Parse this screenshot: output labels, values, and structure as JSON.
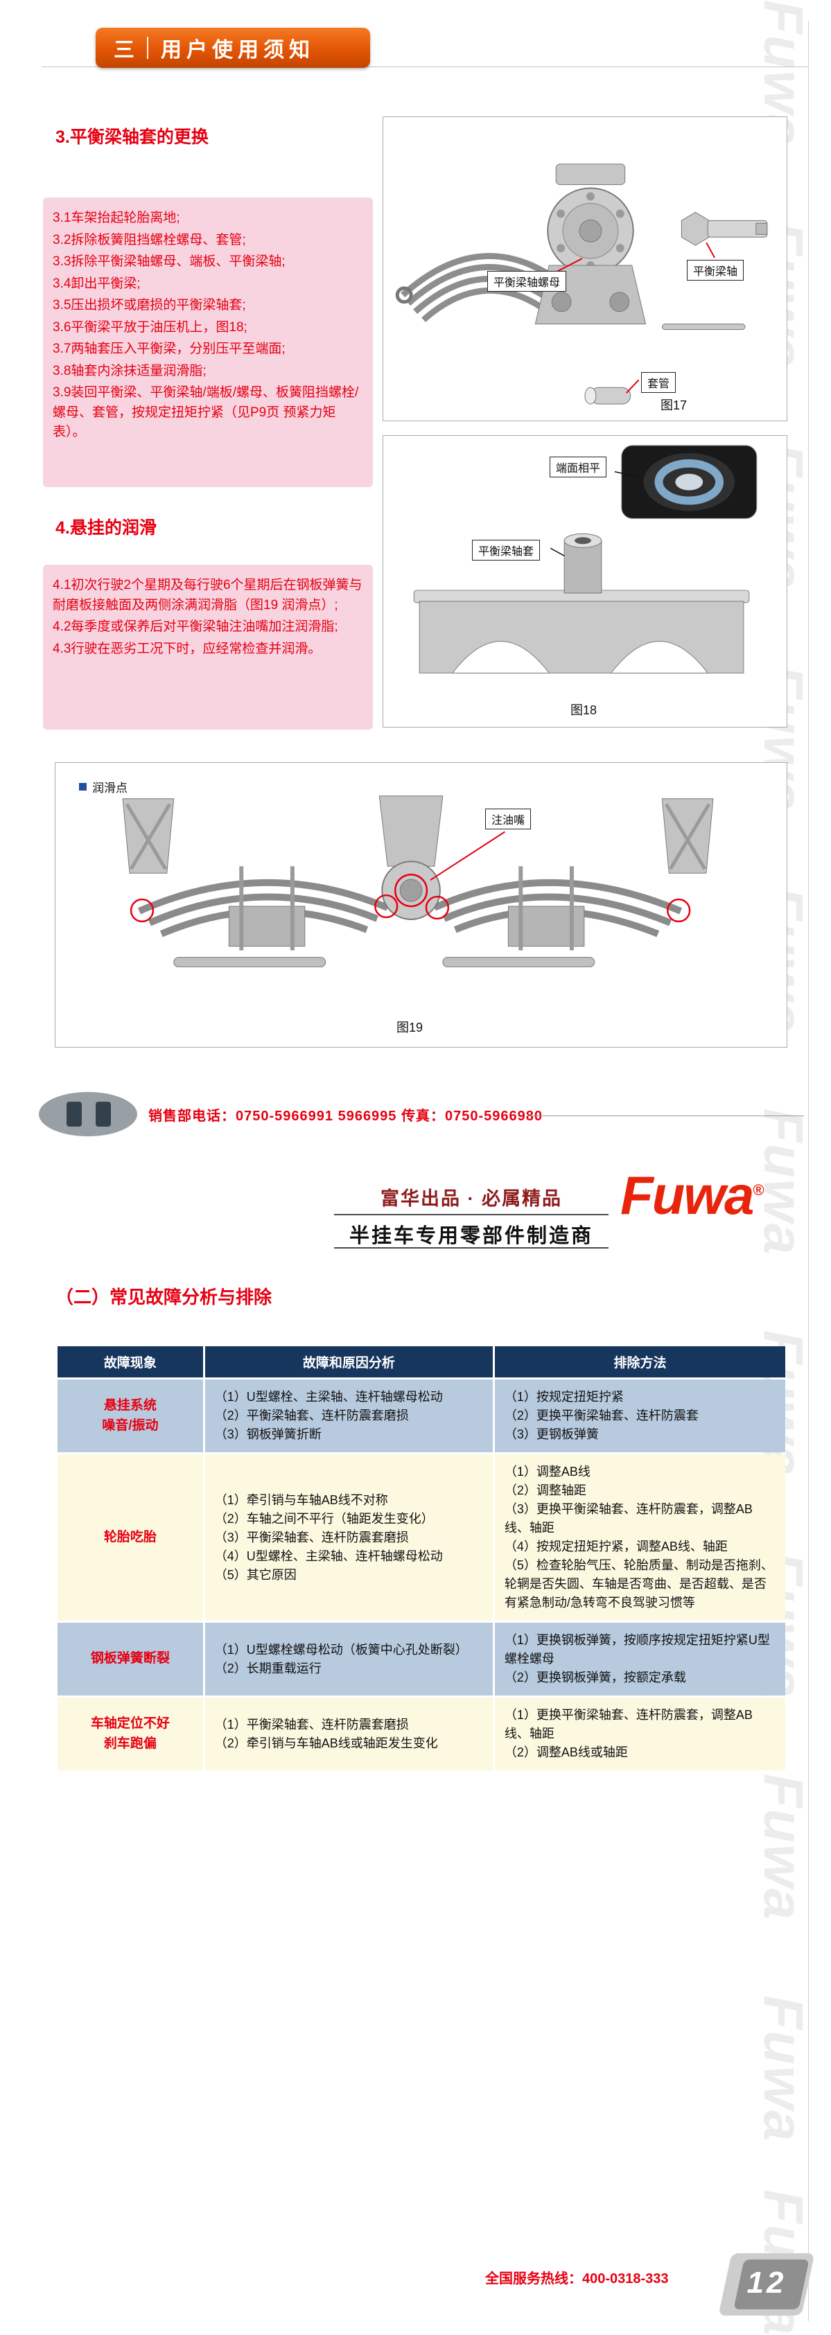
{
  "header": {
    "section_no": "三",
    "title": "用户使用须知"
  },
  "watermark": "Fuwa",
  "sections": {
    "s3": {
      "title": "3.平衡梁轴套的更换",
      "steps": [
        "3.1车架抬起轮胎离地;",
        "3.2拆除板簧阻挡螺栓螺母、套管;",
        "3.3拆除平衡梁轴螺母、端板、平衡梁轴;",
        "3.4卸出平衡梁;",
        "3.5压出损坏或磨损的平衡梁轴套;",
        "3.6平衡梁平放于油压机上，图18;",
        "3.7两轴套压入平衡梁，分别压平至端面;",
        "3.8轴套内涂抹适量润滑脂;",
        "3.9装回平衡梁、平衡梁轴/端板/螺母、板簧阻挡螺栓/螺母、套管，按规定扭矩拧紧（见P9页 预紧力矩表）。"
      ]
    },
    "s4": {
      "title": "4.悬挂的润滑",
      "steps": [
        "4.1初次行驶2个星期及每行驶6个星期后在钢板弹簧与耐磨板接触面及两侧涂满润滑脂（图19 润滑点）;",
        "4.2每季度或保养后对平衡梁轴注油嘴加注润滑脂;",
        "4.3行驶在恶劣工况下时，应经常检查并润滑。"
      ]
    }
  },
  "figures": {
    "fig17": {
      "caption": "图17",
      "label_nut": "平衡梁轴螺母",
      "label_axle": "平衡梁轴",
      "label_sleeve": "套管"
    },
    "fig18": {
      "caption": "图18",
      "label_flush": "端面相平",
      "label_bushing": "平衡梁轴套"
    },
    "fig19": {
      "caption": "图19",
      "label_grease_nipple": "注油嘴",
      "legend": "润滑点"
    }
  },
  "contact": {
    "sales_line": "销售部电话：0750-5966991    5966995  传真：0750-5966980"
  },
  "brand": {
    "slogan_top": "富华出品 · 必属精品",
    "slogan_bottom": "半挂车专用零部件制造商",
    "logo": "Fuwa",
    "registered": "®"
  },
  "faults": {
    "title": "（二）常见故障分析与排除",
    "headers": [
      "故障现象",
      "故障和原因分析",
      "排除方法"
    ],
    "rows": [
      {
        "phenomenon": "悬挂系统\n噪音/振动",
        "analysis": "（1）U型螺栓、主梁轴、连杆轴螺母松动\n（2）平衡梁轴套、连杆防震套磨损\n（3）钢板弹簧折断",
        "remedy": "（1）按规定扭矩拧紧\n（2）更换平衡梁轴套、连杆防震套\n（3）更钢板弹簧"
      },
      {
        "phenomenon": "轮胎吃胎",
        "analysis": "（1）牵引销与车轴AB线不对称\n（2）车轴之间不平行（轴距发生变化）\n（3）平衡梁轴套、连杆防震套磨损\n（4）U型螺栓、主梁轴、连杆轴螺母松动\n（5）其它原因",
        "remedy": "（1）调整AB线\n（2）调整轴距\n（3）更换平衡梁轴套、连杆防震套，调整AB线、轴距\n（4）按规定扭矩拧紧，调整AB线、轴距\n（5）检查轮胎气压、轮胎质量、制动是否拖刹、轮辋是否失圆、车轴是否弯曲、是否超载、是否有紧急制动/急转弯不良驾驶习惯等"
      },
      {
        "phenomenon": "钢板弹簧断裂",
        "analysis": "（1）U型螺栓螺母松动（板簧中心孔处断裂）\n（2）长期重载运行",
        "remedy": "（1）更换钢板弹簧，按顺序按规定扭矩拧紧U型螺栓螺母\n（2）更换钢板弹簧，按额定承载"
      },
      {
        "phenomenon": "车轴定位不好\n刹车跑偏",
        "analysis": "（1）平衡梁轴套、连杆防震套磨损\n（2）牵引销与车轴AB线或轴距发生变化",
        "remedy": "（1）更换平衡梁轴套、连杆防震套，调整AB线、轴距\n（2）调整AB线或轴距"
      }
    ]
  },
  "footer": {
    "hotline": "全国服务热线：400-0318-333",
    "page_number": "12"
  }
}
